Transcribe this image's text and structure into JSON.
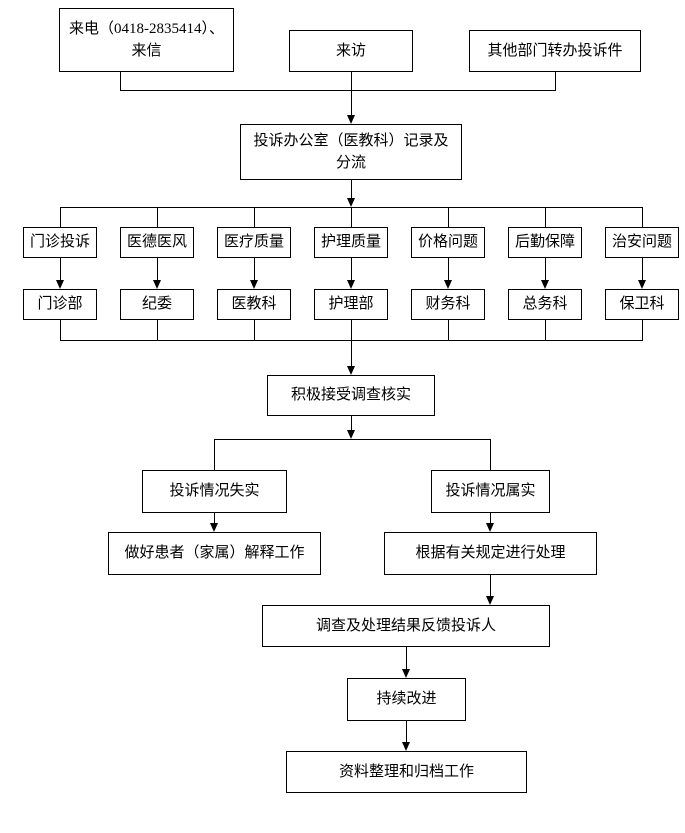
{
  "diagram": {
    "title_hint": "hospital complaint handling flowchart",
    "sources": {
      "phone_letter": "来电（0418-2835414）、\n来信",
      "visit": "来访",
      "transfer": "其他部门转办投诉件"
    },
    "record": "投诉办公室（医教科）记录及\n分流",
    "categories": [
      "门诊投诉",
      "医德医风",
      "医疗质量",
      "护理质量",
      "价格问题",
      "后勤保障",
      "治安问题"
    ],
    "departments": [
      "门诊部",
      "纪委",
      "医教科",
      "护理部",
      "财务科",
      "总务科",
      "保卫科"
    ],
    "verify": "积极接受调查核实",
    "branch_false": "投诉情况失实",
    "branch_true": "投诉情况属实",
    "explain": "做好患者（家属）解释工作",
    "handle": "根据有关规定进行处理",
    "feedback": "调查及处理结果反馈投诉人",
    "improve": "持续改进",
    "archive": "资料整理和归档工作"
  },
  "colors": {
    "line": "#000000",
    "box_border": "#000000",
    "background": "#ffffff",
    "text": "#000000"
  }
}
